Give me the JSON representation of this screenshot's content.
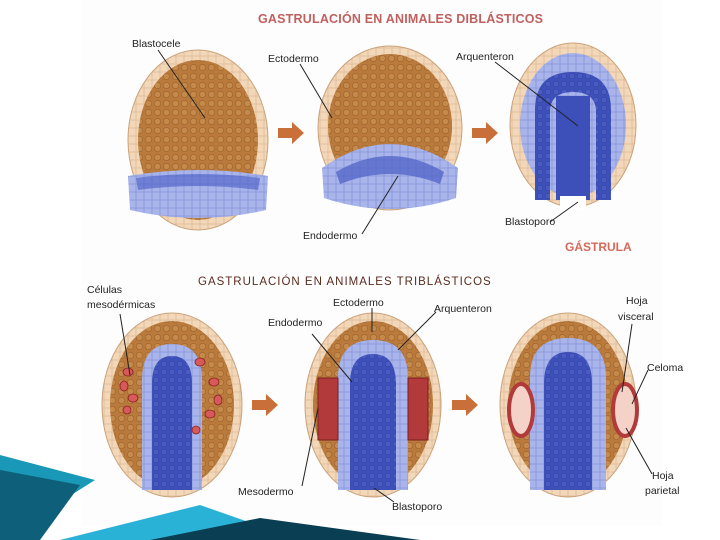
{
  "colors": {
    "brown": "#b97a3c",
    "cream": "#f2d7b8",
    "blue": "#4a5cc4",
    "pale_blue": "#a8b4ea",
    "meso": "#b23a3a",
    "arrow": "#c9703a",
    "title": "#c0605f",
    "accent_teal": "#1a98b8"
  },
  "top": {
    "title": "GASTRULACIÓN EN ANIMALES DIBLÁSTICOS",
    "labels": {
      "blastocele": "Blastocele",
      "ectodermo": "Ectodermo",
      "arquenteron": "Arquenteron",
      "endodermo": "Endodermo",
      "blastoporo": "Blastoporo"
    },
    "gastrula": "GÁSTRULA"
  },
  "bottom": {
    "title": "GASTRULACIÓN EN ANIMALES TRIBLÁSTICOS",
    "labels": {
      "celulas": "Células",
      "mesodermicas": "mesodérmicas",
      "ectodermo": "Ectodermo",
      "endodermo": "Endodermo",
      "arquenteron": "Arquenteron",
      "hoja": "Hoja",
      "visceral": "visceral",
      "celoma": "Celoma",
      "mesodermo": "Mesodermo",
      "blastoporo": "Blastoporo",
      "hoja2": "Hoja",
      "parietal": "parietal"
    }
  }
}
